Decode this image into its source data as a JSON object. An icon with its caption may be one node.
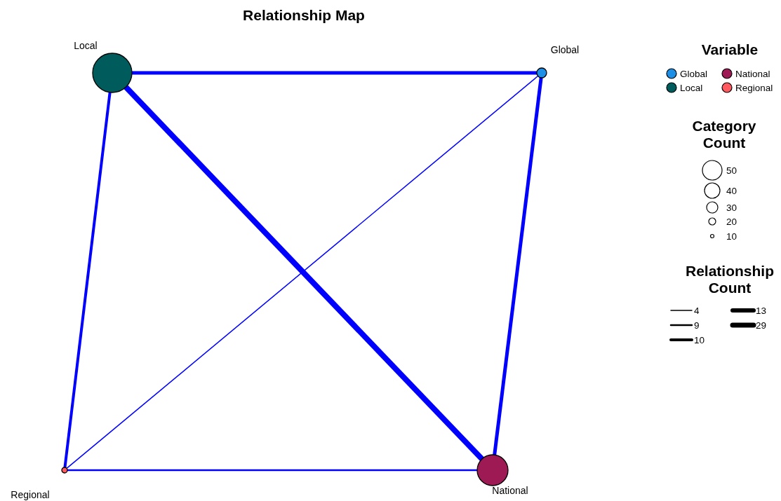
{
  "diagram": {
    "title": "Relationship Map",
    "nodes": [
      {
        "text": [
          "Local"
        ]
      },
      {
        "text": [
          "Global"
        ]
      },
      {
        "text": [
          "Regional"
        ]
      },
      {
        "text": [
          "National"
        ]
      }
    ],
    "edges": [
      {
        "from": 0,
        "to": 1,
        "arrow": "none"
      },
      {
        "from": 0,
        "to": 3,
        "arrow": "none",
        "style": "thick"
      },
      {
        "from": 0,
        "to": 2,
        "arrow": "none"
      },
      {
        "from": 1,
        "to": 3,
        "arrow": "none"
      },
      {
        "from": 1,
        "to": 2,
        "arrow": "none"
      },
      {
        "from": 2,
        "to": 3,
        "arrow": "none"
      }
    ],
    "labels": [
      "Variable",
      "Category Count",
      "Relationship Count"
    ],
    "legend": [
      {
        "text": "Global",
        "color": "#1e8fe6"
      },
      {
        "text": "National",
        "color": "#9e1a55"
      },
      {
        "text": "Local",
        "color": "#005c5c"
      },
      {
        "text": "Regional",
        "color": "#ff5a5f"
      },
      {
        "text": "50"
      },
      {
        "text": "40"
      },
      {
        "text": "30"
      },
      {
        "text": "20"
      },
      {
        "text": "10"
      },
      {
        "text": "4"
      },
      {
        "text": "13"
      },
      {
        "text": "9"
      },
      {
        "text": "29"
      },
      {
        "text": "10"
      }
    ]
  }
}
